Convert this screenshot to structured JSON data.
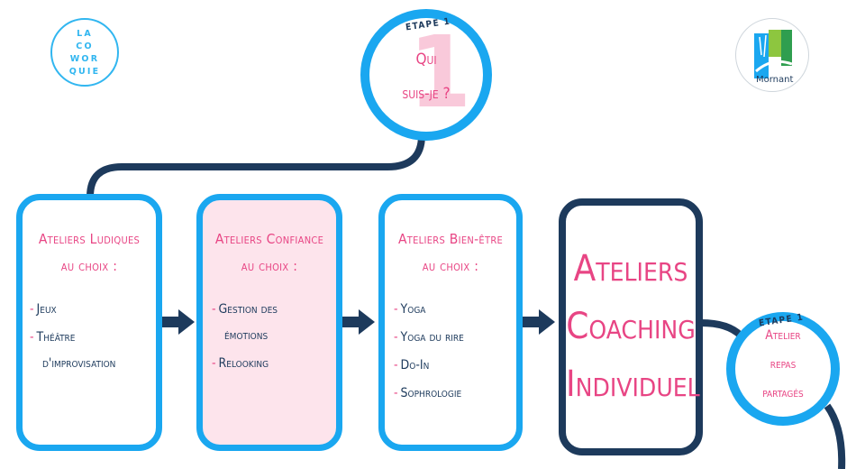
{
  "colors": {
    "blue": "#1aa7f0",
    "navy": "#1d3a5c",
    "pink": "#e84584",
    "pink_fill": "#fde4ec"
  },
  "logo_left": {
    "lines": [
      "LA",
      "CO",
      "WOR",
      "QUIE"
    ]
  },
  "logo_right": {
    "text": "Mornant"
  },
  "step1": {
    "label": "ETAPE 1",
    "number": "1",
    "line1": "Qui",
    "line2": "suis-je ?"
  },
  "box1": {
    "title1": "Ateliers Ludiques",
    "title2": "au choix :",
    "item1": "Jeux",
    "item2a": "Théâtre",
    "item2b": "d'improvisation"
  },
  "box2": {
    "title1": "Ateliers Confiance",
    "title2": "au choix :",
    "item1a": "Gestion des",
    "item1b": "émotions",
    "item2": "Relooking"
  },
  "box3": {
    "title1": "Ateliers Bien-être",
    "title2": "au choix :",
    "items": [
      "Yoga",
      "Yoga du rire",
      "Do-In",
      "Sophrologie"
    ]
  },
  "box4": {
    "line1": "Ateliers",
    "line2": "Coaching",
    "line3": "Individuel"
  },
  "step_final": {
    "label": "ETAPE 1",
    "line1": "Atelier",
    "line2": "repas",
    "line3": "partagés"
  }
}
